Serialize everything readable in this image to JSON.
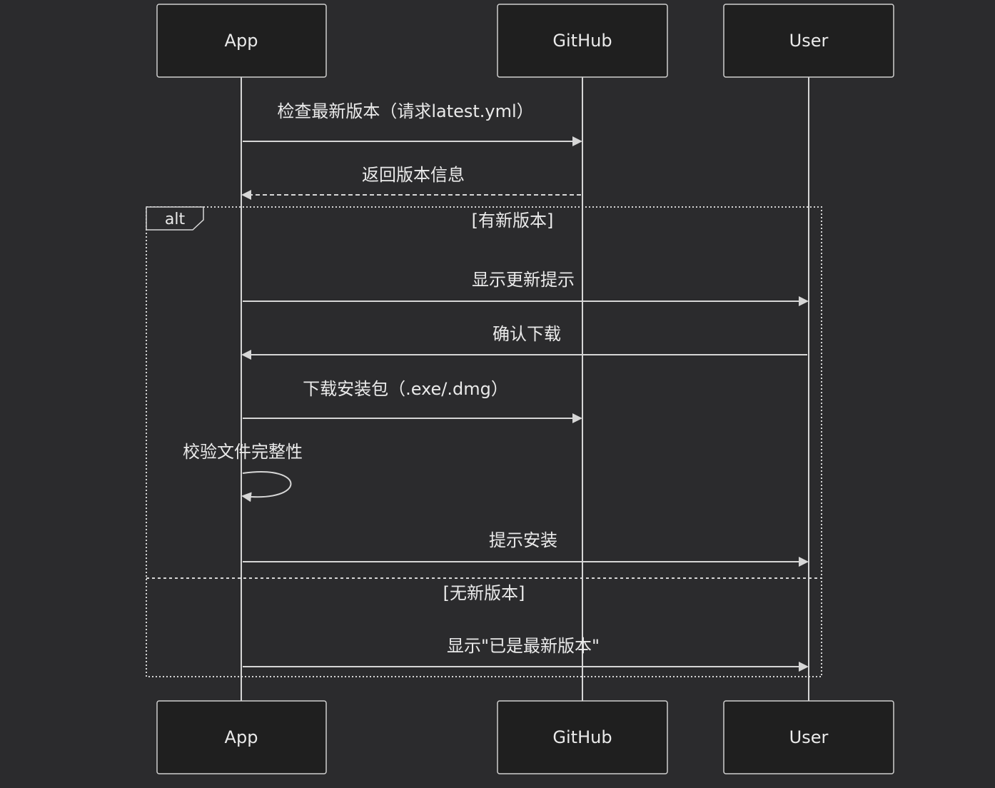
{
  "actors": [
    {
      "id": "app",
      "label": "App"
    },
    {
      "id": "github",
      "label": "GitHub"
    },
    {
      "id": "user",
      "label": "User"
    }
  ],
  "messages": [
    {
      "from": "app",
      "to": "github",
      "label": "检查最新版本（请求latest.yml）",
      "style": "solid"
    },
    {
      "from": "github",
      "to": "app",
      "label": "返回版本信息",
      "style": "dashed"
    },
    {
      "from": "app",
      "to": "user",
      "label": "显示更新提示",
      "style": "solid"
    },
    {
      "from": "user",
      "to": "app",
      "label": "确认下载",
      "style": "solid"
    },
    {
      "from": "app",
      "to": "github",
      "label": "下载安装包（.exe/.dmg）",
      "style": "solid"
    },
    {
      "from": "app",
      "to": "app",
      "label": "校验文件完整性",
      "style": "self"
    },
    {
      "from": "app",
      "to": "user",
      "label": "提示安装",
      "style": "solid"
    },
    {
      "from": "app",
      "to": "user",
      "label": "显示\"已是最新版本\"",
      "style": "solid"
    }
  ],
  "alt_frame": {
    "keyword": "alt",
    "conditions": [
      "[有新版本]",
      "[无新版本]"
    ]
  },
  "colors": {
    "background": "#2b2b2d",
    "line": "#d6d6d6",
    "text": "#eaeaea",
    "actor_fill": "#1f1f1f"
  }
}
